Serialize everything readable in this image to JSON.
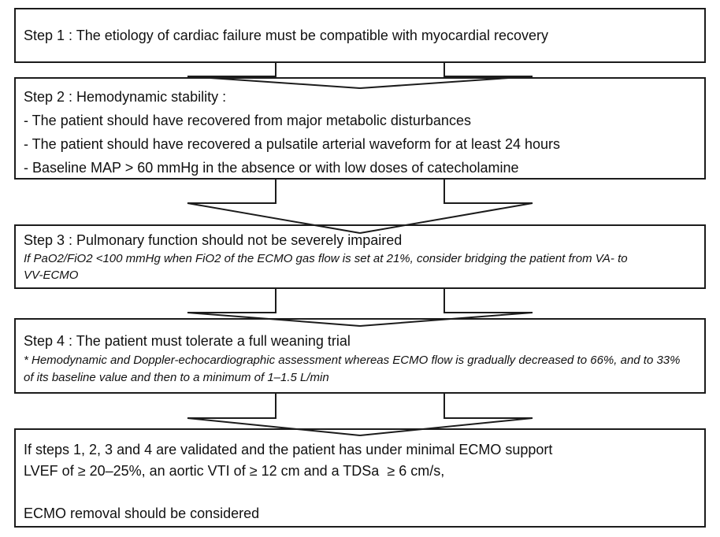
{
  "flowchart": {
    "colors": {
      "line": "#1c1c1c",
      "background": "#ffffff",
      "text": "#111111"
    },
    "boxes": [
      {
        "name": "step-1",
        "lines": [
          "Step 1 : The etiology of cardiac failure must be compatible with myocardial recovery"
        ]
      },
      {
        "name": "step-2",
        "lines": [
          "Step 2 : Hemodynamic stability :",
          "- The patient should have recovered from major metabolic disturbances",
          "- The patient should have recovered a pulsatile arterial waveform for at least 24 hours",
          "- Baseline MAP > 60 mmHg in the absence or with low doses of catecholamine"
        ]
      },
      {
        "name": "step-3",
        "heading": "Step 3 : Pulmonary function should not be severely impaired",
        "note_lines": [
          "If PaO2/FiO2 <100 mmHg when FiO2 of the ECMO gas flow is set at 21%, consider bridging the patient from VA- to",
          "VV-ECMO"
        ]
      },
      {
        "name": "step-4",
        "heading": "Step 4 : The patient must tolerate a full weaning trial",
        "note_lines": [
          "* Hemodynamic and Doppler-echocardiographic assessment whereas ECMO flow is gradually decreased to 66%, and to 33%",
          "of its baseline value and then to a minimum of 1–1.5 L/min"
        ]
      },
      {
        "name": "conclusion",
        "lines": [
          "If steps 1, 2, 3 and 4 are validated and the patient has under minimal ECMO support",
          "LVEF of ≥ 20–25%, an aortic VTI of ≥ 12 cm and a TDSa  ≥ 6 cm/s,",
          "",
          "ECMO removal should be considered"
        ]
      }
    ]
  }
}
